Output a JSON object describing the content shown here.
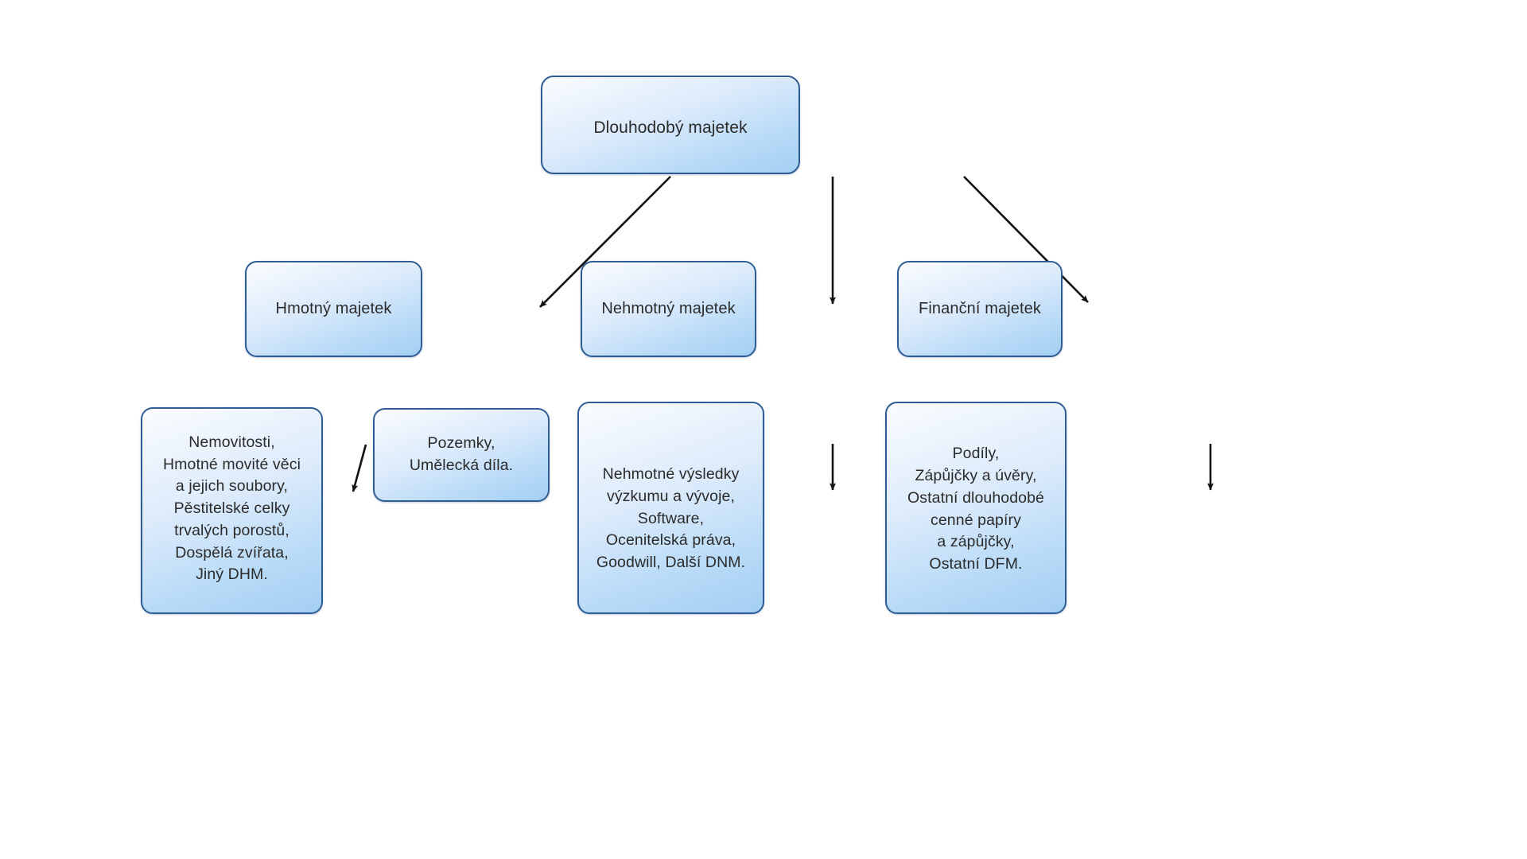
{
  "diagram": {
    "title": "Dlouhodobý majetek",
    "language": "cs",
    "colors": {
      "box_border": "#2e5d96",
      "box_fill_light": "#eef5fd",
      "box_fill_dark": "#a4cff3",
      "text": "#2b2b2b",
      "arrow": "#111111",
      "background": "#ffffff"
    },
    "root": {
      "id": "dlouhodoby-majetek",
      "label": "Dlouhodobý majetek"
    },
    "level1": [
      {
        "id": "hmotny-majetek",
        "label": "Hmotný majetek"
      },
      {
        "id": "nehmotny-majetek",
        "label": "Nehmotný majetek"
      },
      {
        "id": "financni-majetek",
        "label": "Finanční majetek"
      }
    ],
    "leaves": [
      {
        "id": "hmotny-majetek-polozky",
        "parent": "hmotny-majetek",
        "lines": [
          "Nemovitosti,",
          "Hmotné movité věci",
          "a jejich soubory,",
          "Pěstitelské celky",
          "trvalých porostů,",
          "Dospělá zvířata,",
          "Jiný DHM."
        ],
        "text": "Nemovitosti,\nHmotné movité věci\na jejich soubory,\nPěstitelské celky\ntrvalých porostů,\nDospělá zvířata,\nJiný DHM."
      },
      {
        "id": "pozemky-umelecka-dila",
        "parent": "hmotny-majetek",
        "lines": [
          "Pozemky,",
          "Umělecká díla."
        ],
        "text": "Pozemky,\nUmělecká díla."
      },
      {
        "id": "nehmotny-majetek-polozky",
        "parent": "nehmotny-majetek",
        "lines": [
          "Nehmotné výsledky",
          "výzkumu a vývoje,",
          "Software,",
          "Ocenitelská práva,",
          "Goodwill, Další DNM."
        ],
        "text": "Nehmotné výsledky\nvýzkumu a vývoje,\nSoftware,\nOcenitelská práva,\nGoodwill, Další DNM."
      },
      {
        "id": "financni-majetek-polozky",
        "parent": "financni-majetek",
        "lines": [
          "Podíly,",
          "Zápůjčky a úvěry,",
          "Ostatní dlouhodobé",
          "cenné papíry",
          "a zápůjčky,",
          "Ostatní DFM."
        ],
        "text": "Podíly,\nZápůjčky a úvěry,\nOstatní dlouhodobé\ncenné papíry\na zápůjčky,\nOstatní DFM."
      }
    ],
    "edges": [
      {
        "id": "edge-root-hmotny",
        "from": "dlouhodoby-majetek",
        "to": "hmotny-majetek",
        "style": "diagonal-left"
      },
      {
        "id": "edge-root-nehmotny",
        "from": "dlouhodoby-majetek",
        "to": "nehmotny-majetek",
        "style": "vertical"
      },
      {
        "id": "edge-root-financni",
        "from": "dlouhodoby-majetek",
        "to": "financni-majetek",
        "style": "diagonal-right"
      },
      {
        "id": "edge-hmotny-polozky",
        "from": "hmotny-majetek",
        "to": "hmotny-majetek-polozky",
        "style": "diagonal-left"
      },
      {
        "id": "edge-hmotny-pozemky",
        "from": "hmotny-majetek",
        "to": "pozemky-umelecka-dila",
        "style": "diagonal-right"
      },
      {
        "id": "edge-nehmotny-polozky",
        "from": "nehmotny-majetek",
        "to": "nehmotny-majetek-polozky",
        "style": "vertical"
      },
      {
        "id": "edge-financni-polozky",
        "from": "financni-majetek",
        "to": "financni-majetek-polozky",
        "style": "vertical"
      }
    ]
  }
}
